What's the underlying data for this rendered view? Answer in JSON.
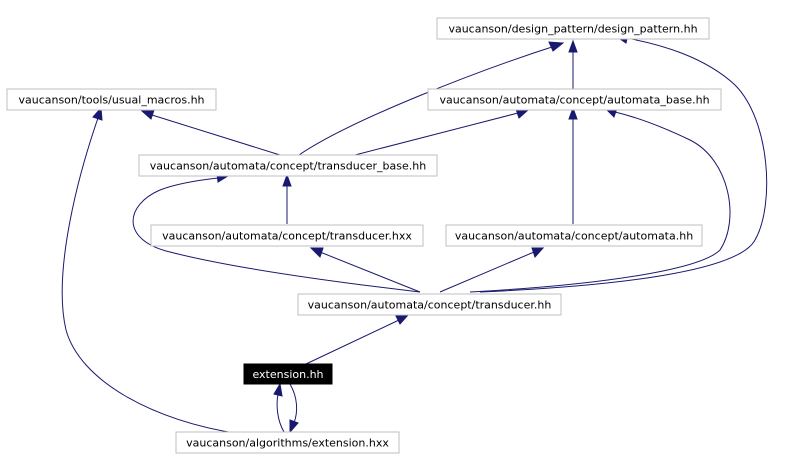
{
  "diagram": {
    "nodes": {
      "design_pattern": {
        "label": "vaucanson/design_pattern/design_pattern.hh"
      },
      "usual_macros": {
        "label": "vaucanson/tools/usual_macros.hh"
      },
      "automata_base": {
        "label": "vaucanson/automata/concept/automata_base.hh"
      },
      "transducer_base": {
        "label": "vaucanson/automata/concept/transducer_base.hh"
      },
      "transducer_hxx": {
        "label": "vaucanson/automata/concept/transducer.hxx"
      },
      "automata_hh": {
        "label": "vaucanson/automata/concept/automata.hh"
      },
      "transducer_hh": {
        "label": "vaucanson/automata/concept/transducer.hh"
      },
      "extension_hh": {
        "label": "extension.hh"
      },
      "extension_hxx": {
        "label": "vaucanson/algorithms/extension.hxx"
      }
    },
    "colors": {
      "edge": "#191970",
      "node_border": "#bfbfbf",
      "current_fill": "#000000",
      "current_text": "#ffffff"
    }
  }
}
